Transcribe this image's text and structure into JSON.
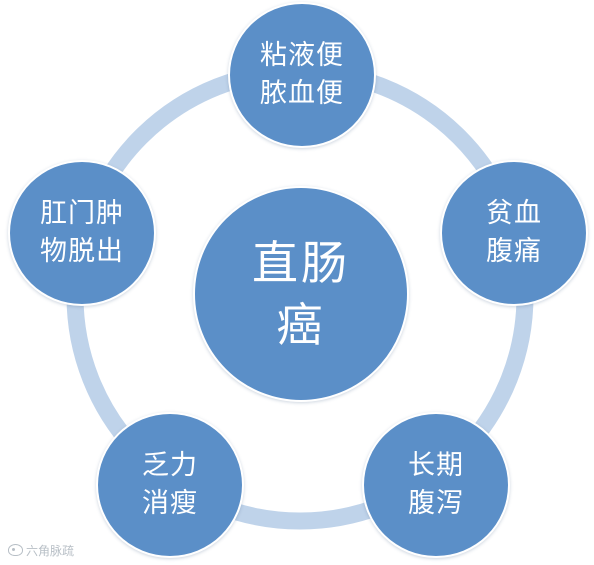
{
  "colors": {
    "node_fill": "#5b8fc8",
    "ring": "#bfd3ea",
    "text": "#ffffff",
    "background": "#ffffff"
  },
  "center": {
    "lines": [
      "直肠",
      "癌"
    ]
  },
  "symptoms": [
    {
      "lines": [
        "粘液便",
        "脓血便"
      ]
    },
    {
      "lines": [
        "贫血",
        "腹痛"
      ]
    },
    {
      "lines": [
        "长期",
        "腹泻"
      ]
    },
    {
      "lines": [
        "乏力",
        "消瘦"
      ]
    },
    {
      "lines": [
        "肛门肿",
        "物脱出"
      ]
    }
  ],
  "watermark": {
    "icon": "wechat-icon",
    "text": "六角脉疏"
  }
}
